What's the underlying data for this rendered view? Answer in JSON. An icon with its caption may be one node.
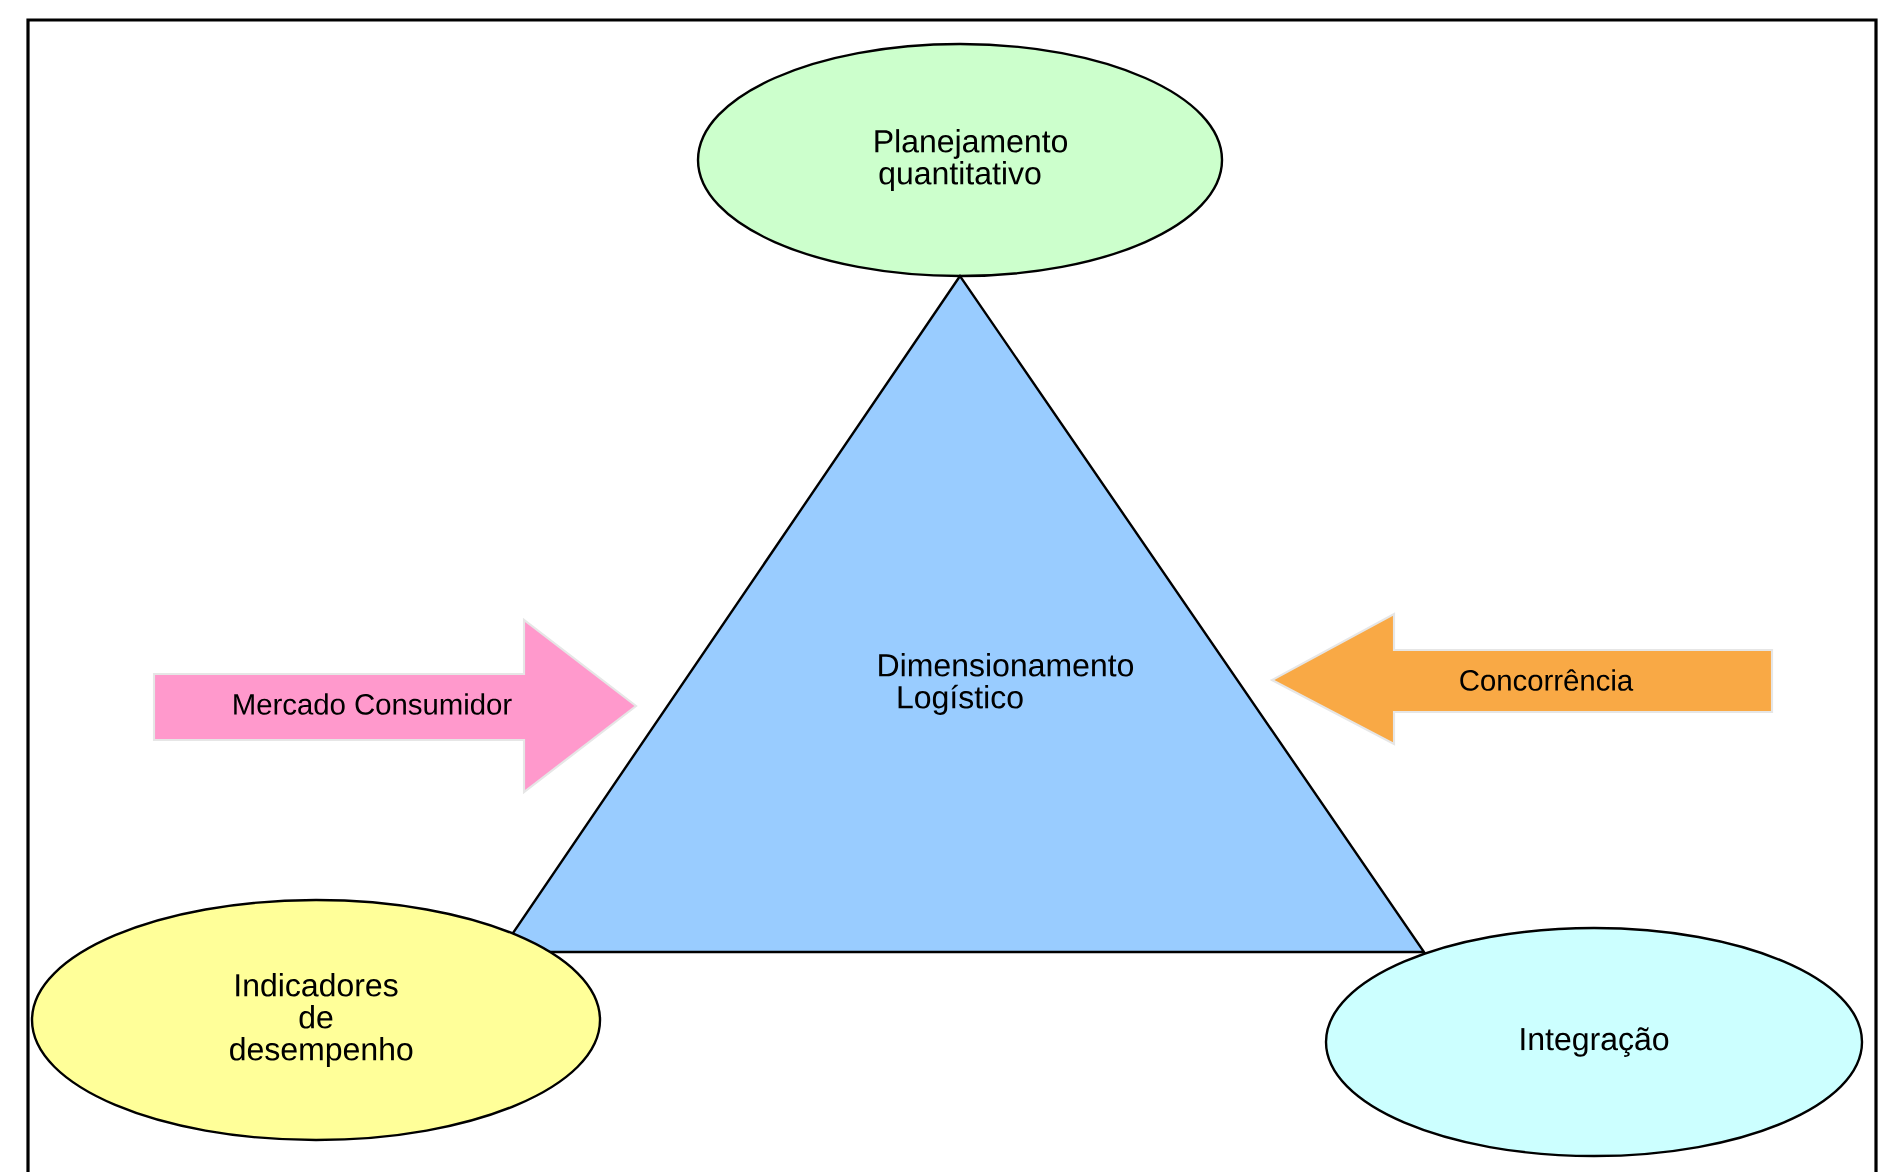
{
  "diagram": {
    "nodes": [
      {
        "text": [
          "Planejamento quantitativo"
        ]
      },
      {
        "text": [
          "Dimensionamento Logístico"
        ]
      },
      {
        "text": [
          "Mercado Consumidor"
        ]
      },
      {
        "text": [
          "Concorrência"
        ]
      },
      {
        "text": [
          "Indicadores de desempenho"
        ]
      },
      {
        "text": [
          "Integração"
        ]
      }
    ]
  }
}
